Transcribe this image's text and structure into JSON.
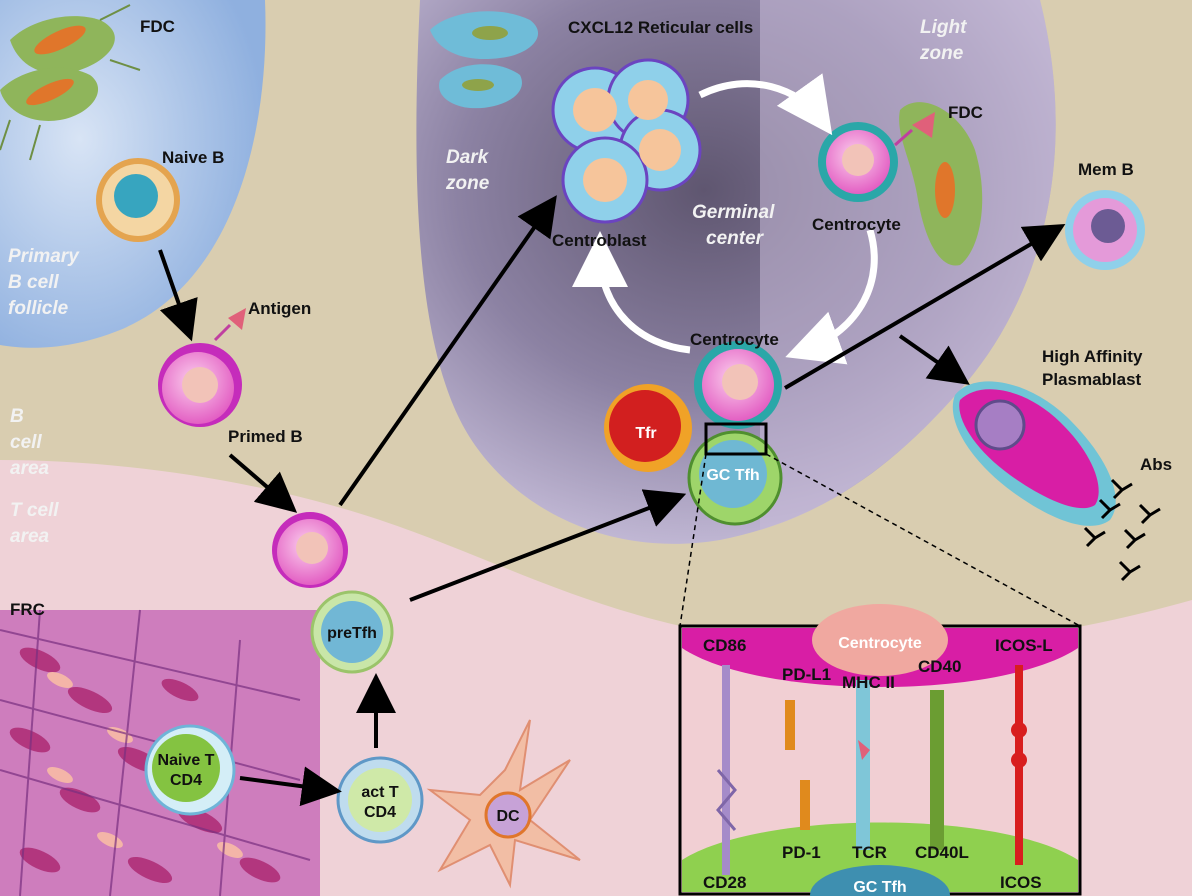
{
  "labels": {
    "fdc_top": "FDC",
    "naive_b": "Naive B",
    "primary_b_cell_follicle_1": "Primary",
    "primary_b_cell_follicle_2": "B cell",
    "primary_b_cell_follicle_3": "follicle",
    "antigen": "Antigen",
    "primed_b": "Primed B",
    "b_cell_area_1": "B",
    "b_cell_area_2": "cell",
    "b_cell_area_3": "area",
    "t_cell_area_1": "T cell",
    "t_cell_area_2": "area",
    "frc": "FRC",
    "naive_t_1": "Naive T",
    "naive_t_2": "CD4",
    "act_t_1": "act T",
    "act_t_2": "CD4",
    "dc": "DC",
    "pretfh": "preTfh",
    "cxcl12": "CXCL12 Reticular cells",
    "dark_zone_1": "Dark",
    "dark_zone_2": "zone",
    "light_zone_1": "Light",
    "light_zone_2": "zone",
    "germinal_center_1": "Germinal",
    "germinal_center_2": "center",
    "centroblast": "Centroblast",
    "centrocyte_right": "Centrocyte",
    "fdc_right": "FDC",
    "centrocyte_bottom": "Centrocyte",
    "tfr": "Tfr",
    "gc_tfh": "GC Tfh",
    "mem_b": "Mem B",
    "plasmablast_1": "High Affinity",
    "plasmablast_2": "Plasmablast",
    "abs": "Abs"
  },
  "inset": {
    "top_cell": "Centrocyte",
    "bottom_cell": "GC Tfh",
    "top_receptors": [
      "CD86",
      "PD-L1",
      "MHC II",
      "CD40",
      "ICOS-L"
    ],
    "bottom_receptors": [
      "CD28",
      "PD-1",
      "TCR",
      "CD40L",
      "ICOS"
    ]
  },
  "colors": {
    "follicle_blue": "#a9c2e6",
    "b_area_tan": "#d9cdb0",
    "t_area_pink": "#f1cfd3",
    "germinal_center": "#8f84a6",
    "magenta": "#d81ea5",
    "tfh_green": "#8fd04f"
  }
}
